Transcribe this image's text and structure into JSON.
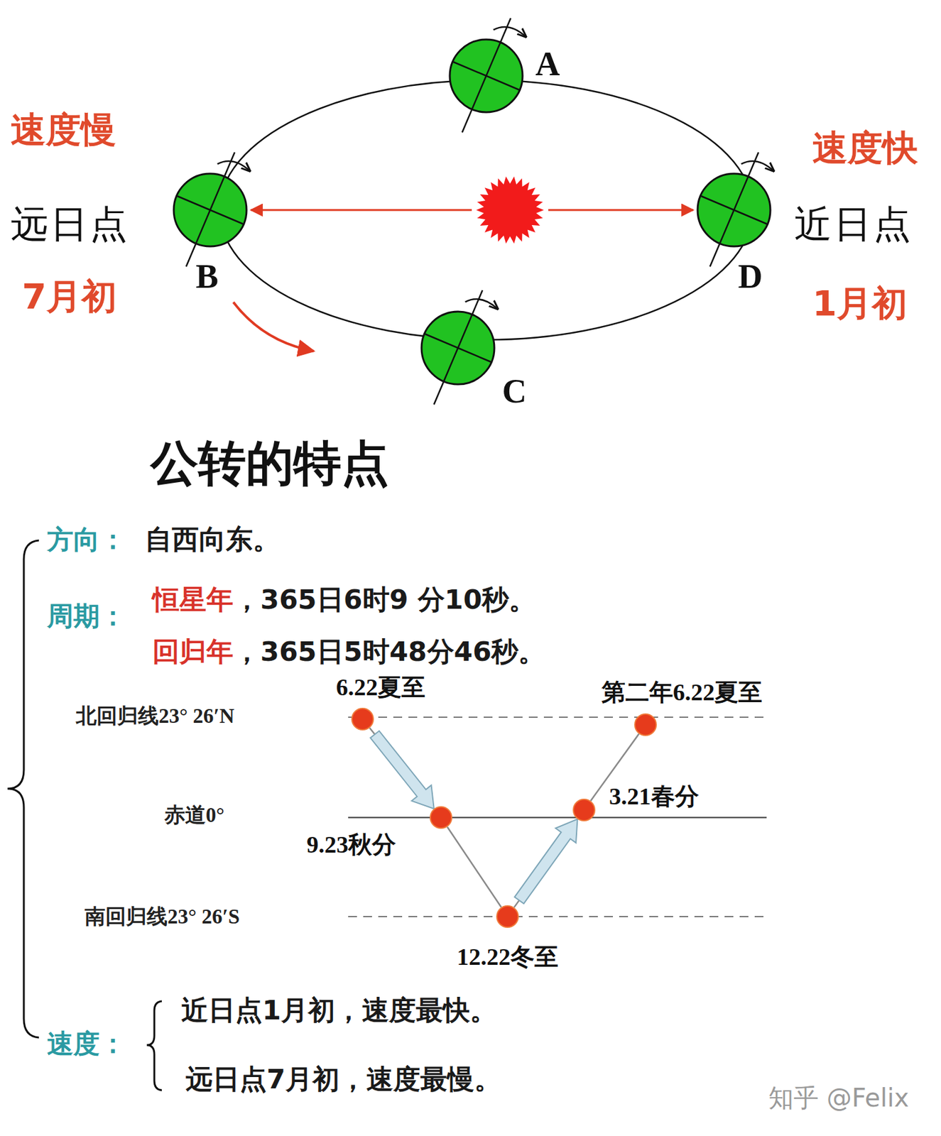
{
  "diagram": {
    "title": "公转的特点",
    "nodes": [
      {
        "text": [
          "A"
        ]
      },
      {
        "text": [
          "B"
        ]
      },
      {
        "text": [
          "D"
        ]
      },
      {
        "text": [
          "C"
        ]
      },
      {
        "text": [
          "6.22夏至"
        ]
      },
      {
        "text": [
          "第二年6.22夏至"
        ]
      },
      {
        "text": [
          "3.21春分"
        ]
      },
      {
        "text": [
          "9.23秋分"
        ]
      },
      {
        "text": [
          "12.22冬至"
        ]
      }
    ],
    "edges": [
      {
        "from": 4,
        "to": 7,
        "arrow": "to"
      },
      {
        "from": 7,
        "to": 8,
        "arrow": "none"
      },
      {
        "from": 8,
        "to": 6,
        "arrow": "to"
      },
      {
        "from": 6,
        "to": 5,
        "arrow": "none"
      }
    ],
    "labels": [
      "速度慢",
      "远日点",
      "7月初",
      "速度快",
      "近日点",
      "1月初",
      "方向：",
      "自西向东。",
      "周期：",
      "恒星年",
      "，365日6时9 分10秒。",
      "回归年",
      "，365日5时48分46秒。",
      "北回归线23° 26′N",
      "赤道0°",
      "南回归线23° 26′S",
      "速度：",
      "近日点1月初，速度最快。",
      "远日点7月初，速度最慢。",
      "知乎 @Felix"
    ]
  }
}
